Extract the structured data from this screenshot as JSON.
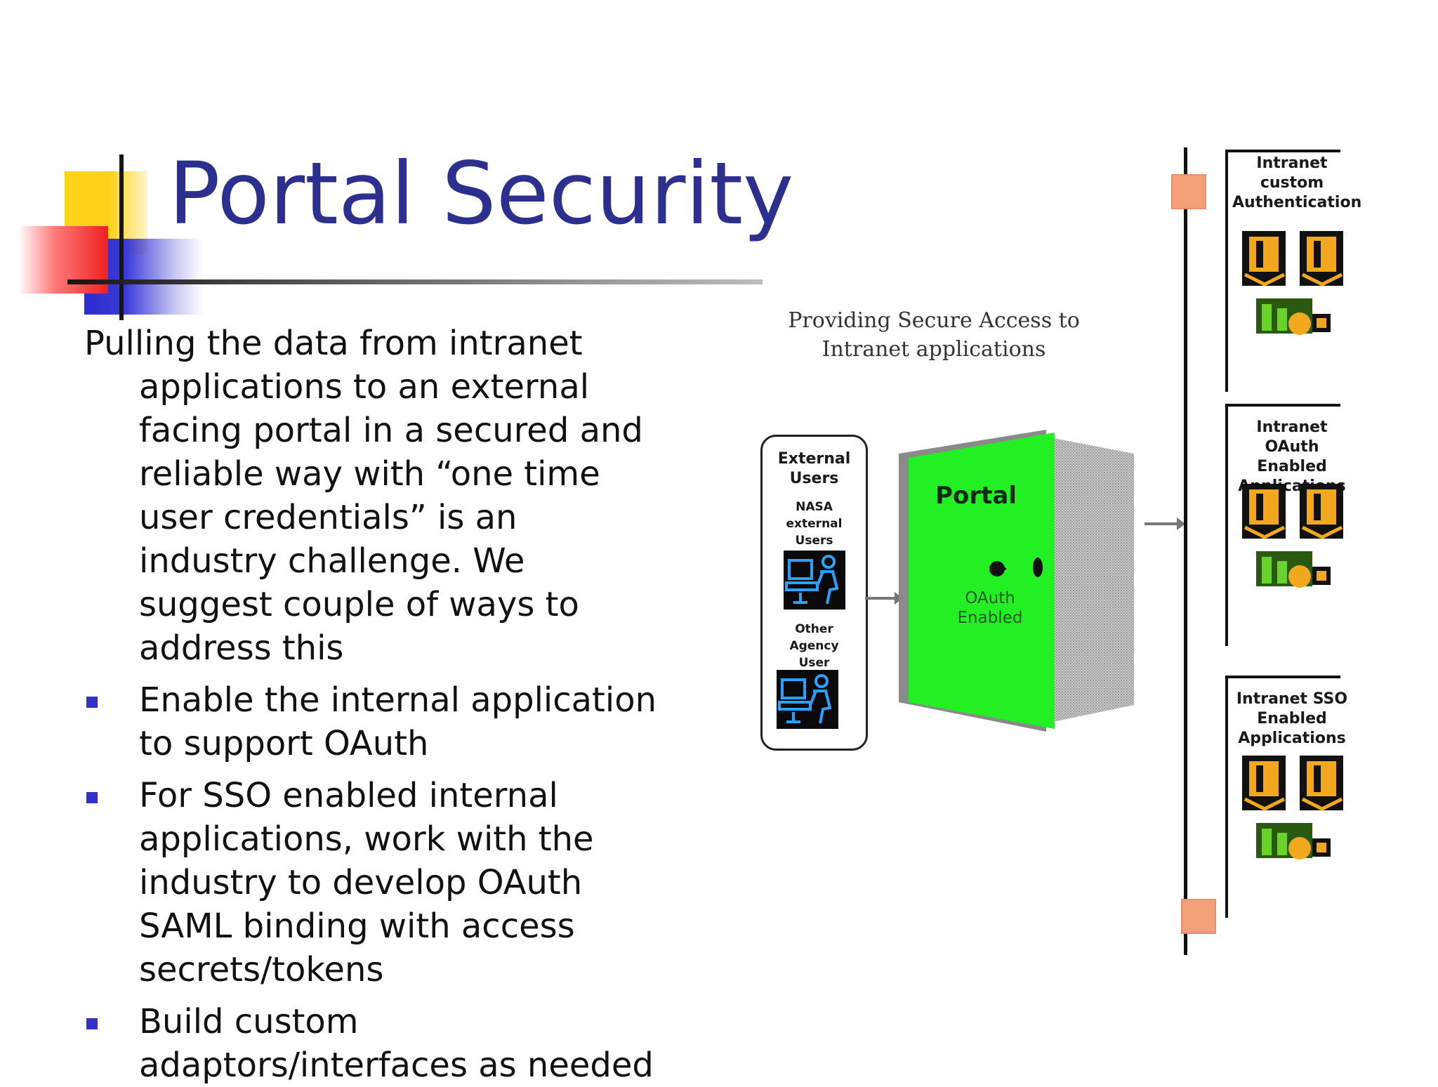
{
  "slide": {
    "title": "Portal Security",
    "intro": "Pulling the data from intranet applications to an external facing portal in a secured and reliable way with “one time user credentials” is an industry challenge. We suggest couple of ways to address this",
    "bullets": [
      "Enable the internal application to support OAuth",
      "For SSO enabled  internal applications, work with the industry to develop OAuth SAML binding with access secrets/tokens",
      "Build custom adaptors/interfaces as needed"
    ]
  },
  "diagram": {
    "caption_line1": "Providing Secure Access to",
    "caption_line2": "Intranet applications",
    "users": {
      "title_line1": "External",
      "title_line2": "Users",
      "nasa_line1": "NASA",
      "nasa_line2": "external",
      "nasa_line3": "Users",
      "other_line1": "Other",
      "other_line2": "Agency",
      "other_line3": "User"
    },
    "portal": {
      "label": "Portal",
      "sub_line1": "OAuth",
      "sub_line2": "Enabled"
    },
    "groups": [
      {
        "line1": "Intranet",
        "line2": "custom",
        "line3": "Authentication"
      },
      {
        "line1": "Intranet OAuth",
        "line2": "Enabled",
        "line3": "Applications"
      },
      {
        "line1": "Intranet SSO",
        "line2": "Enabled",
        "line3": "Applications"
      }
    ],
    "colors": {
      "portal_green": "#22f022",
      "server_orange": "#f2a81c",
      "title_blue": "#2d2f8f",
      "bullet_blue": "#3232c8"
    }
  }
}
